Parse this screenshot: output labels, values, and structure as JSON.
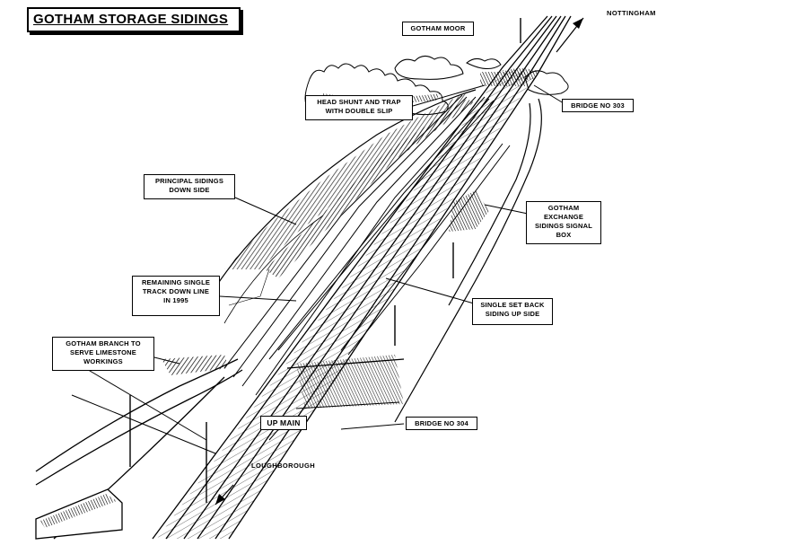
{
  "title": "GOTHAM STORAGE SIDINGS",
  "places": {
    "gotham_moor": "GOTHAM MOOR",
    "nottingham": "NOTTINGHAM",
    "loughborough": "LOUGHBOROUGH"
  },
  "labels": {
    "head_shunt": "HEAD SHUNT AND TRAP\nWITH DOUBLE SLIP",
    "bridge_303": "BRIDGE No 303",
    "principal_sidings": "PRINCIPAL SIDINGS\nDOWN SIDE",
    "exchange_box": "GOTHAM\nEXCHANGE\nSIDINGS SIGNAL\nBOX",
    "remaining_single": "REMAINING SINGLE\nTRACK DOWN LINE\nIN 1995",
    "single_set_back": "SINGLE SET BACK\nSIDING UP SIDE",
    "gotham_branch": "GOTHAM BRANCH TO\nSERVE LIMESTONE\nWORKINGS",
    "up_main": "UP MAIN",
    "bridge_304": "BRIDGE No 304"
  }
}
